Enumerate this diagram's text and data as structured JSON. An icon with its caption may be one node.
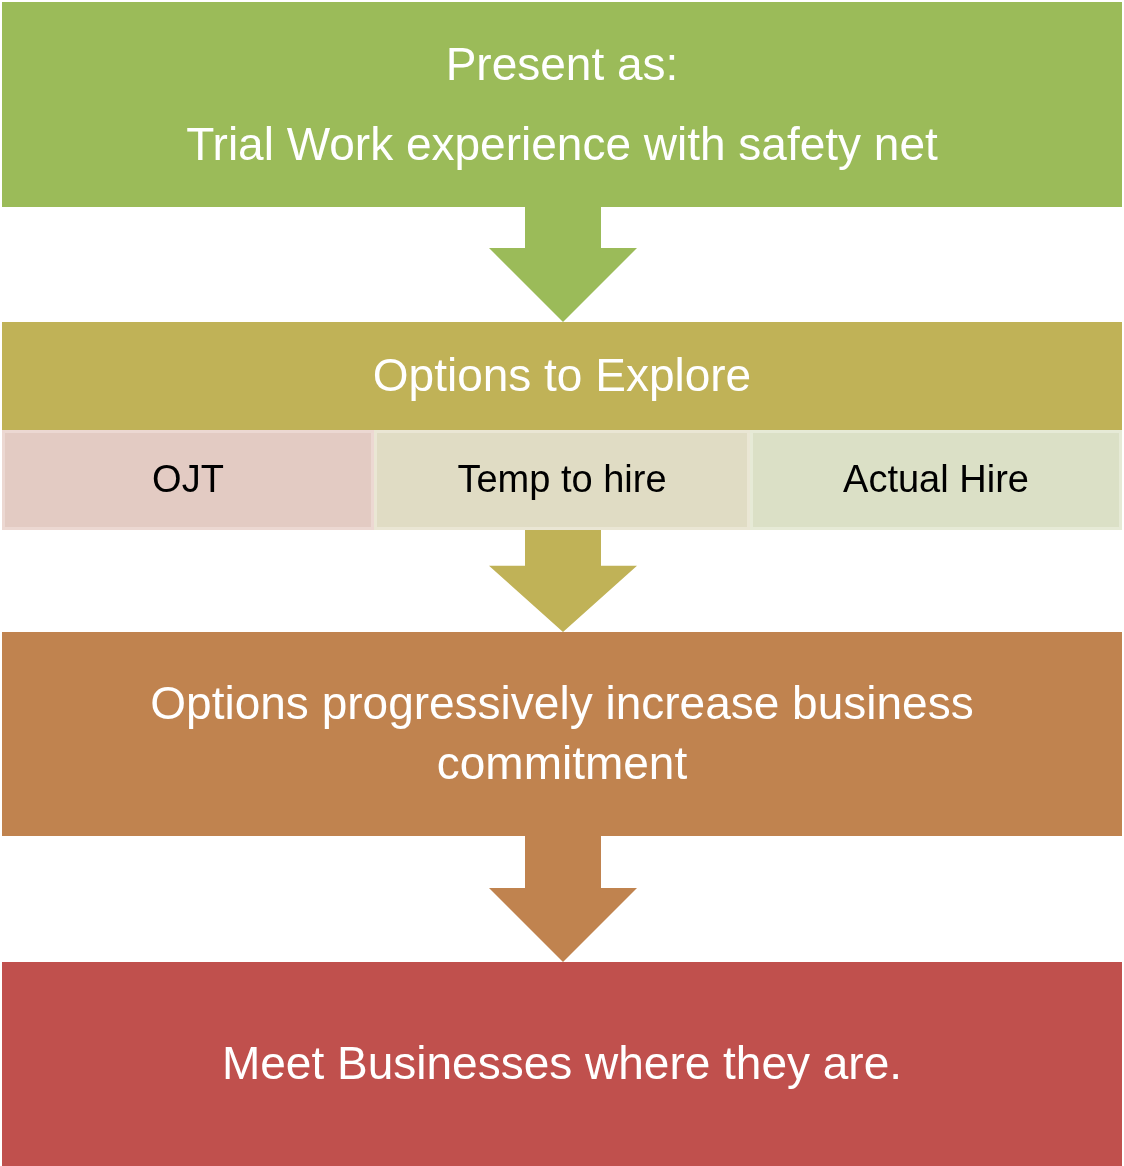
{
  "diagram": {
    "nodes": [
      {
        "text": [
          "Present as:",
          "Trial Work experience with safety net"
        ]
      },
      {
        "text": [
          "Options to Explore"
        ]
      },
      {
        "text": [
          "OJT"
        ],
        "in": 1
      },
      {
        "text": [
          "Temp to hire"
        ],
        "in": 1
      },
      {
        "text": [
          "Actual Hire"
        ],
        "in": 1
      },
      {
        "text": [
          "Options progressively increase business commitment"
        ]
      },
      {
        "text": [
          "Meet Businesses where they are."
        ]
      }
    ],
    "edges": [
      {
        "from": 0,
        "to": 1,
        "arrow": "to",
        "color": "#9bbb59"
      },
      {
        "from": 1,
        "to": 5,
        "arrow": "to",
        "color": "#c0b257"
      },
      {
        "from": 5,
        "to": 6,
        "arrow": "to",
        "color": "#c0834f"
      }
    ]
  }
}
